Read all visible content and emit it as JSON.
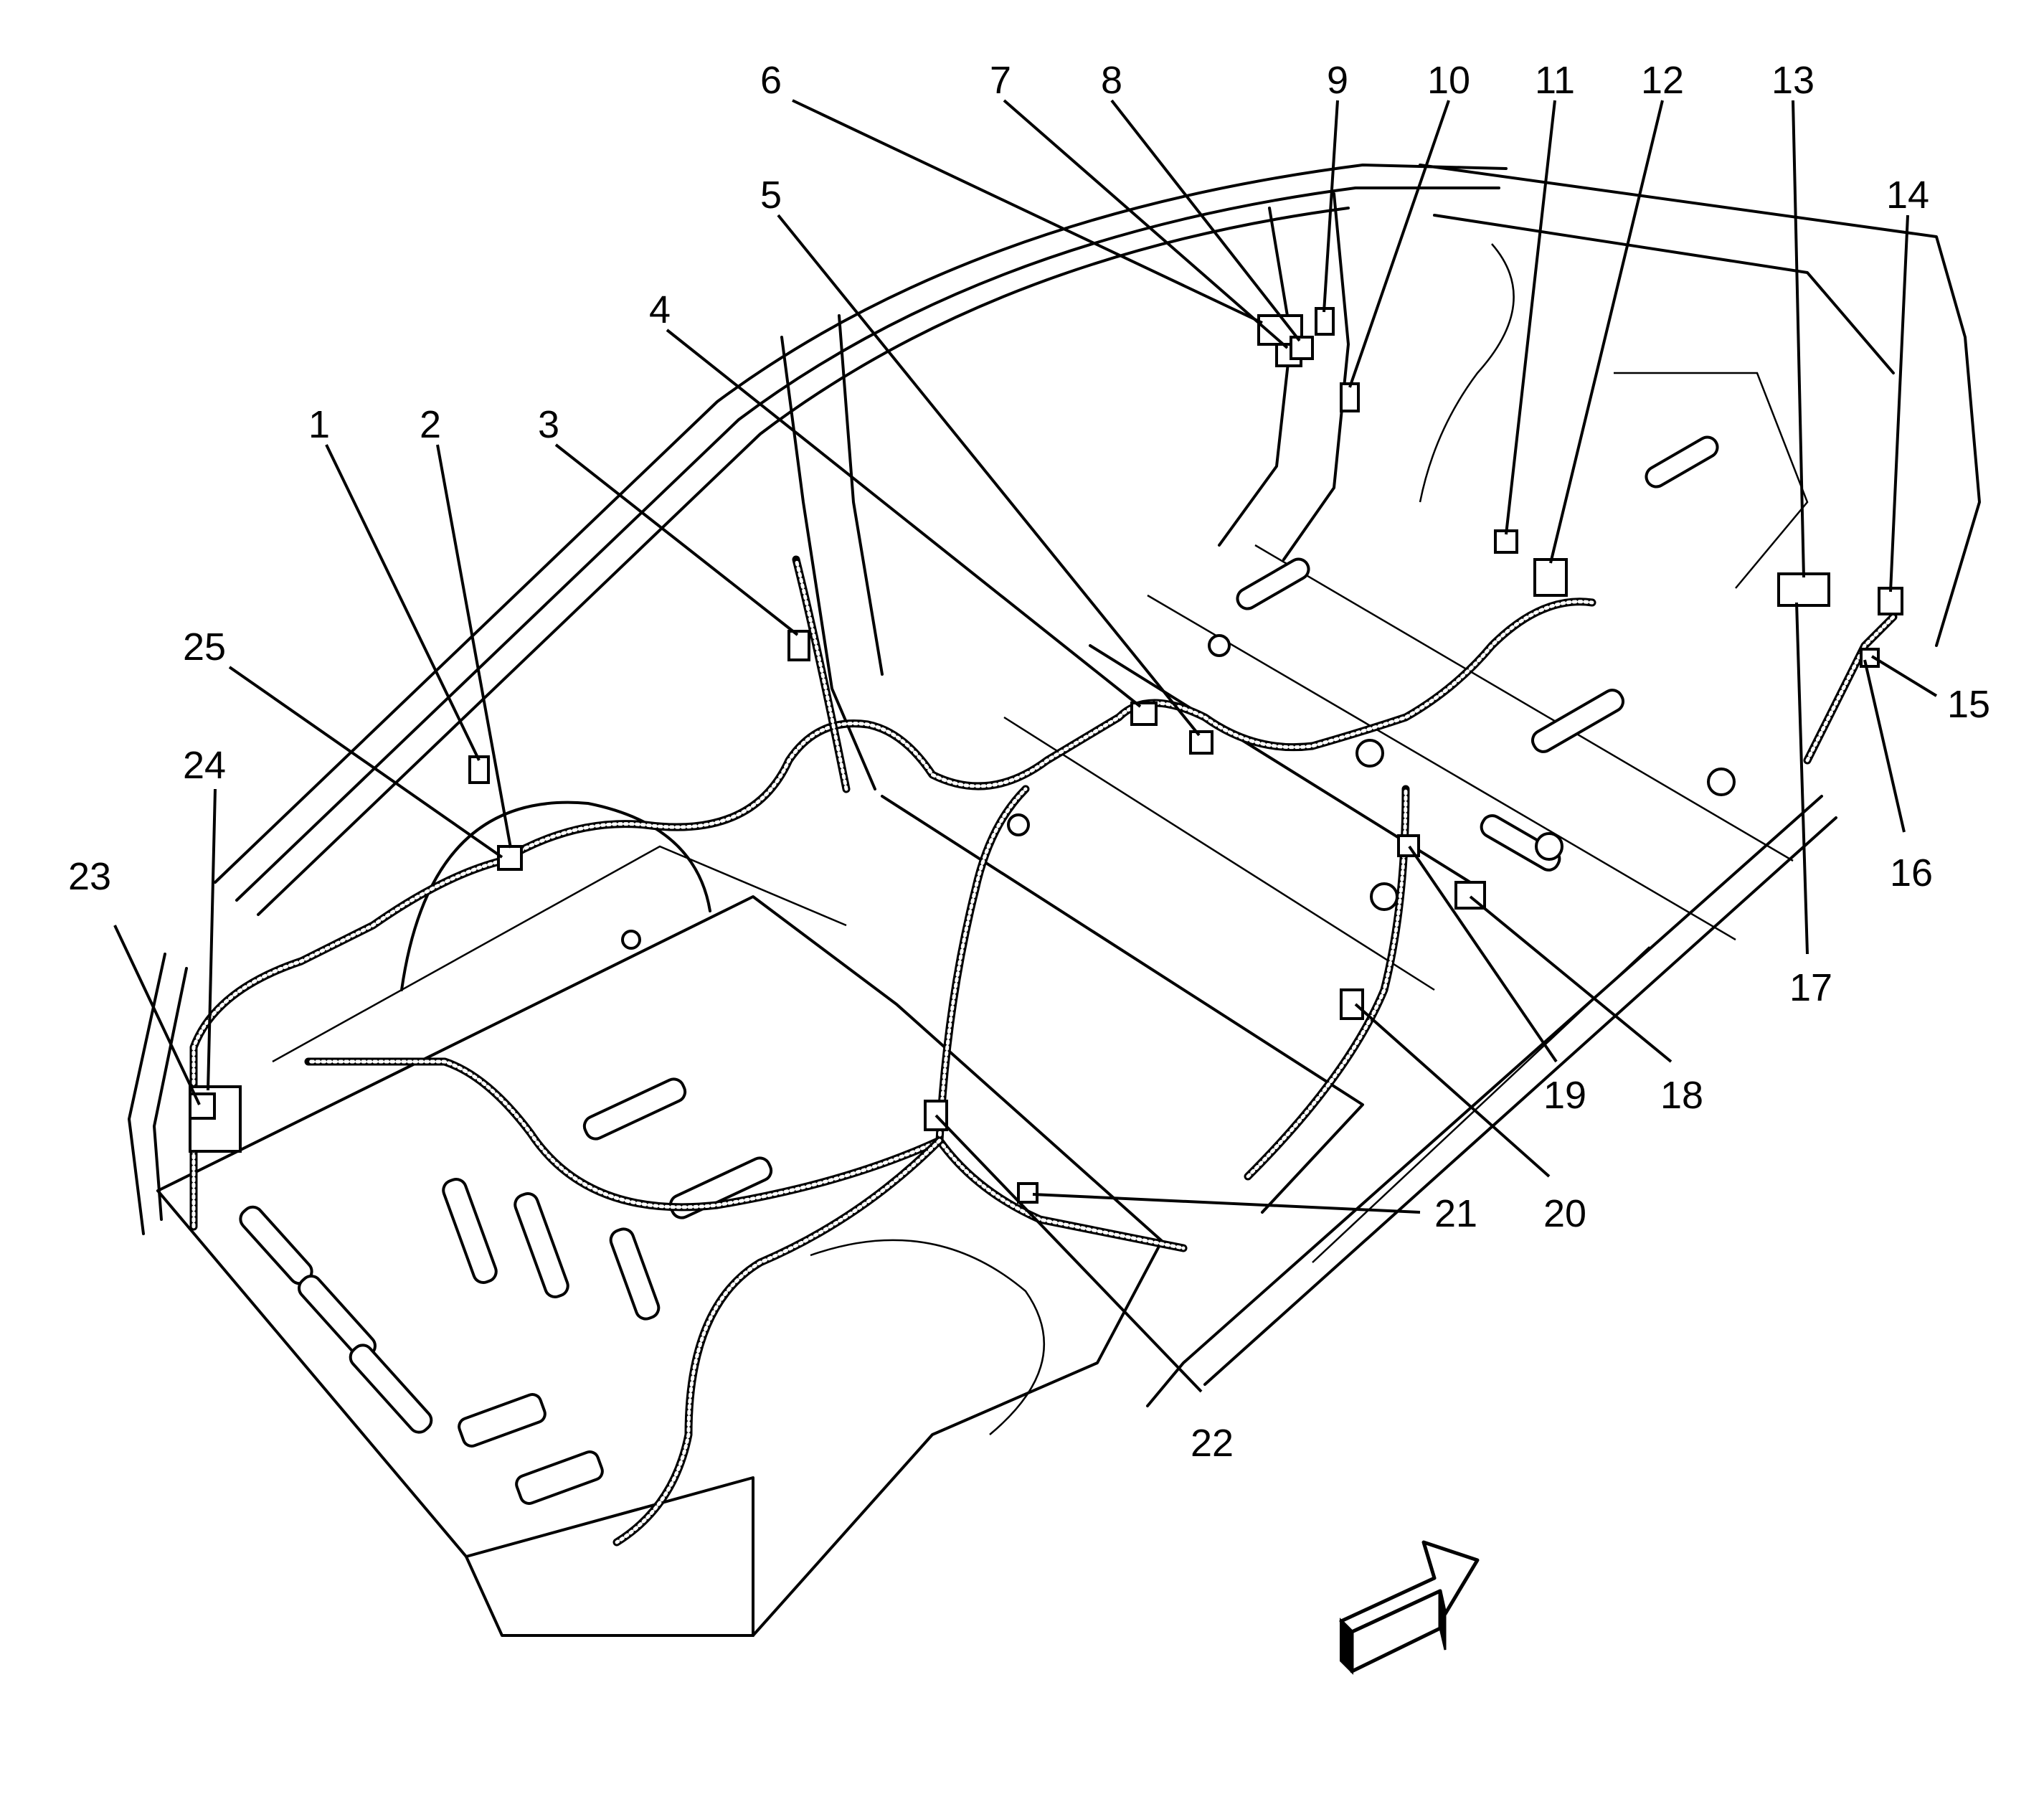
{
  "callouts": [
    {
      "id": "1",
      "text": "1"
    },
    {
      "id": "2",
      "text": "2"
    },
    {
      "id": "3",
      "text": "3"
    },
    {
      "id": "4",
      "text": "4"
    },
    {
      "id": "5",
      "text": "5"
    },
    {
      "id": "6",
      "text": "6"
    },
    {
      "id": "7",
      "text": "7"
    },
    {
      "id": "8",
      "text": "8"
    },
    {
      "id": "9",
      "text": "9"
    },
    {
      "id": "10",
      "text": "10"
    },
    {
      "id": "11",
      "text": "11"
    },
    {
      "id": "12",
      "text": "12"
    },
    {
      "id": "13",
      "text": "13"
    },
    {
      "id": "14",
      "text": "14"
    },
    {
      "id": "15",
      "text": "15"
    },
    {
      "id": "16",
      "text": "16"
    },
    {
      "id": "17",
      "text": "17"
    },
    {
      "id": "18",
      "text": "18"
    },
    {
      "id": "19",
      "text": "19"
    },
    {
      "id": "20",
      "text": "20"
    },
    {
      "id": "21",
      "text": "21"
    },
    {
      "id": "22",
      "text": "22"
    },
    {
      "id": "23",
      "text": "23"
    },
    {
      "id": "24",
      "text": "24"
    },
    {
      "id": "25",
      "text": "25"
    }
  ],
  "icons": {
    "direction": "front-direction-arrow-icon"
  }
}
